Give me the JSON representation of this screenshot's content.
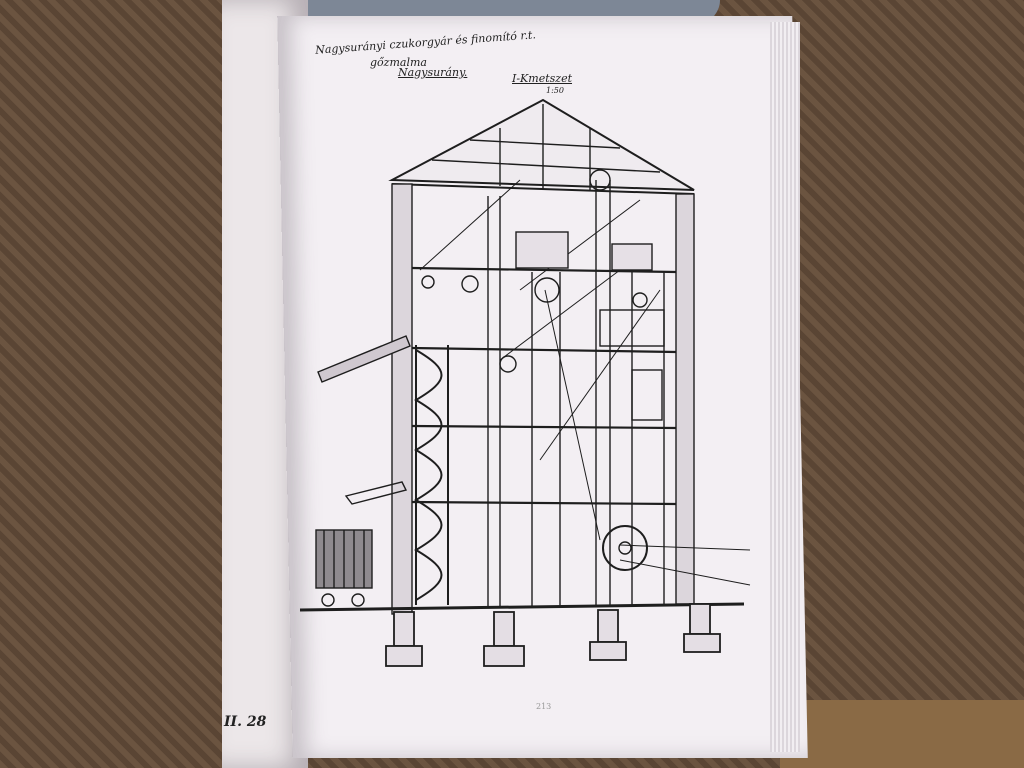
{
  "scene": {
    "description_label": "photo-of-open-book-with-mill-cross-section"
  },
  "left_page": {
    "page_number": "II. 28"
  },
  "right_page": {
    "title_line1": "Nagysurányi czukorgyár és finomító r.t.",
    "title_line2": "gőzmalma",
    "title_line3": "Nagysurány.",
    "section_label": "I-Kmetszet",
    "scale_label": "1:50",
    "footer_number": "213"
  },
  "colors": {
    "page": "#f3eff3",
    "ink": "#1e1e1e",
    "rug": "#5a4534"
  }
}
